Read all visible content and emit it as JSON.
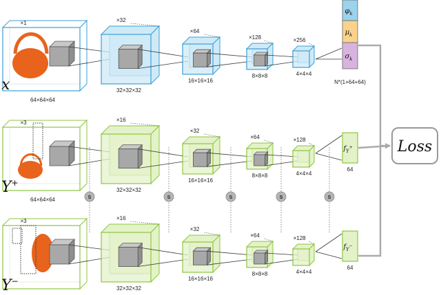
{
  "colors": {
    "blue_face": "#cfeaf7",
    "blue_edge": "#3a9fd6",
    "green_face": "#e4f2c9",
    "green_edge": "#8cc63f",
    "gray_face": "#a8a8a8",
    "orange": "#e8631c",
    "phi_color": "#9cd3ec",
    "mu_color": "#f9d38d",
    "sigma_color": "#d9b3e0",
    "arrow": "#aaaaaa",
    "s_circle": "#b5b5b5"
  },
  "rows": [
    {
      "id": "x",
      "symbol": "x",
      "input_multiplier": "×1",
      "input_size": "64×64×64",
      "layers": [
        {
          "multiplier": "×32",
          "size": "32×32×32"
        },
        {
          "multiplier": "×64",
          "size": "16×16×16"
        },
        {
          "multiplier": "×128",
          "size": "8×8×8"
        },
        {
          "multiplier": "×256",
          "size": "4×4×4"
        }
      ],
      "outputs": [
        {
          "name": "phi-cell",
          "label": "φ",
          "sub": "k"
        },
        {
          "name": "mu-cell",
          "label": "μ",
          "sub": "k"
        },
        {
          "name": "sigma-cell",
          "label": "σ",
          "sub": "k"
        }
      ],
      "output_note": "N*(1+64+64)"
    },
    {
      "id": "y-plus",
      "symbol": "Y",
      "symbol_sup": "+",
      "input_multiplier": "×3",
      "input_size": "64×64×64",
      "layers": [
        {
          "multiplier": "×16",
          "size": "32×32×32"
        },
        {
          "multiplier": "×32",
          "size": "16×16×16"
        },
        {
          "multiplier": "×64",
          "size": "8×8×8"
        },
        {
          "multiplier": "×128",
          "size": "4×4×4"
        }
      ],
      "feature_label": "f",
      "feature_sub": "Y",
      "feature_sup": "+",
      "feature_dim": "64"
    },
    {
      "id": "y-minus",
      "symbol": "Y",
      "symbol_sup": "−",
      "input_multiplier": "×3",
      "input_size": "64×64×64",
      "layers": [
        {
          "multiplier": "×16",
          "size": "32×32×32"
        },
        {
          "multiplier": "×32",
          "size": "16×16×16"
        },
        {
          "multiplier": "×64",
          "size": "8×8×8"
        },
        {
          "multiplier": "×128",
          "size": "4×4×4"
        }
      ],
      "feature_label": "f",
      "feature_sub": "Y",
      "feature_sup": "−",
      "feature_dim": "64"
    }
  ],
  "shared_label": "S",
  "loss_label": "Loss"
}
